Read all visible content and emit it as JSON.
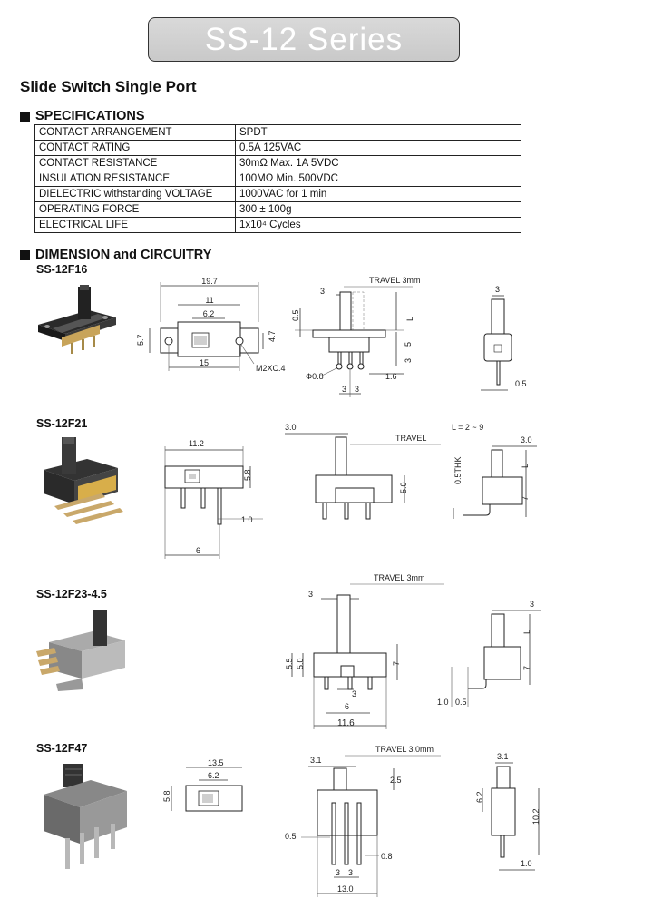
{
  "title": "SS-12 Series",
  "subtitle": "Slide Switch Single Port",
  "specs": {
    "heading": "SPECIFICATIONS",
    "rows": [
      {
        "k": "CONTACT ARRANGEMENT",
        "v": "SPDT"
      },
      {
        "k": "CONTACT RATING",
        "v": "0.5A 125VAC"
      },
      {
        "k": "CONTACT RESISTANCE",
        "v": "30mΩ Max. 1A 5VDC"
      },
      {
        "k": "INSULATION RESISTANCE",
        "v": "100MΩ Min. 500VDC"
      },
      {
        "k": "DIELECTRIC withstanding VOLTAGE",
        "v": "1000VAC for 1 min"
      },
      {
        "k": "OPERATING FORCE",
        "v": "300 ± 100g"
      },
      {
        "k": "ELECTRICAL LIFE",
        "v": "1x10⁴ Cycles"
      }
    ]
  },
  "dimension": {
    "heading": "DIMENSION and CIRCUITRY",
    "models": [
      {
        "name": "SS-12F16",
        "labels": {
          "d19_7": "19.7",
          "d11": "11",
          "d6_2": "6.2",
          "d15": "15",
          "d5_7": "5.7",
          "d4_7": "4.7",
          "m2": "M2XC.4",
          "travel": "TRAVEL 3mm",
          "d3a": "3",
          "d0_5": "0.5",
          "L": "L",
          "d5": "5",
          "d3b": "3",
          "phi": "Φ0.8",
          "d1_6": "1.6",
          "d3c": "3",
          "d3d": "3",
          "d3e": "3",
          "d0_5b": "0.5"
        }
      },
      {
        "name": "SS-12F21",
        "labels": {
          "d11_2": "11.2",
          "d5_8": "5.8",
          "d1_0": "1.0",
          "d6": "6",
          "d3_0": "3.0",
          "travel": "TRAVEL",
          "d5_0": "5.0",
          "Lrange": "L = 2 ~ 9",
          "d3_0b": "3.0",
          "L": "L",
          "d7": "7",
          "thk": "0.5THK"
        }
      },
      {
        "name": "SS-12F23-4.5",
        "labels": {
          "travel": "TRAVEL 3mm",
          "d3": "3",
          "d5_5": "5.5",
          "d5_0": "5.0",
          "d7": "7",
          "d3b": "3",
          "d6": "6",
          "d11_6": "11.6",
          "d3c": "3",
          "L": "L",
          "d7b": "7",
          "d1_0": "1.0",
          "d0_5": "0.5"
        }
      },
      {
        "name": "SS-12F47",
        "labels": {
          "d13_5": "13.5",
          "d6_2": "6.2",
          "d5_8": "5.8",
          "travel": "TRAVEL 3.0mm",
          "d3_1": "3.1",
          "d2_5": "2.5",
          "d0_5": "0.5",
          "d0_8": "0.8",
          "d3a": "3",
          "d3b": "3",
          "d13_0": "13.0",
          "d3_1b": "3.1",
          "d6_2b": "6.2",
          "d10_2": "10.2",
          "d1_0": "1.0"
        }
      }
    ]
  }
}
